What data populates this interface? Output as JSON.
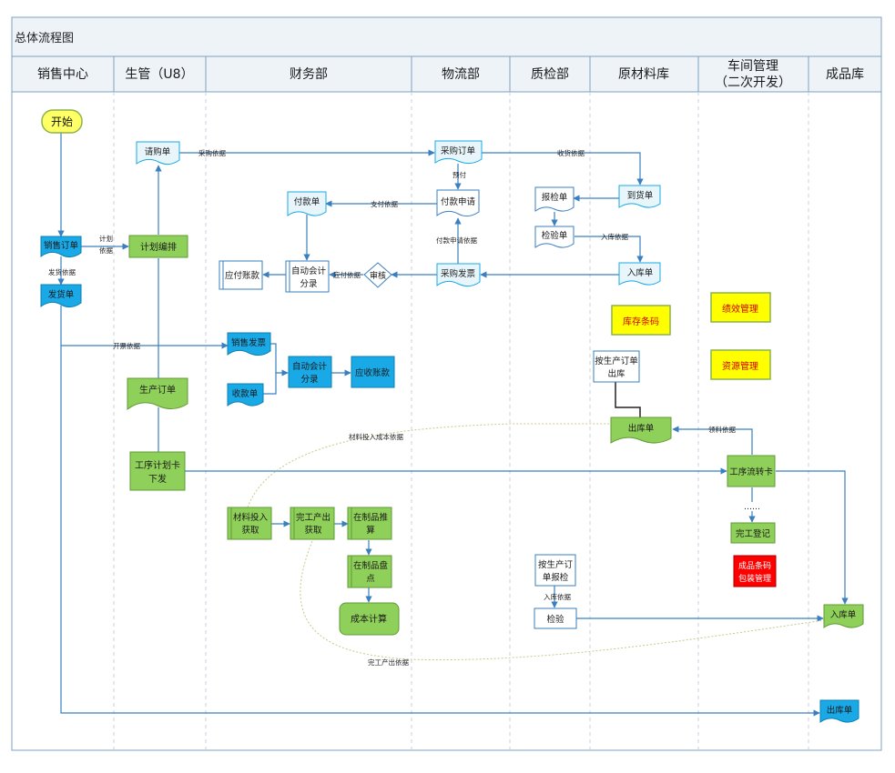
{
  "title": "总体流程图",
  "lanes": [
    "销售中心",
    "生管（U8）",
    "财务部",
    "物流部",
    "质检部",
    "原材料库",
    "车间管理",
    "成品库"
  ],
  "lane_sub": "（二次开发）",
  "nodes": {
    "start": "开始",
    "sales_order": "销售订单",
    "ship_notice": "发货单",
    "purchase_req": "请购单",
    "plan": "计划编排",
    "prod_order": "生产订单",
    "route_card_issue": [
      "工序计划卡",
      "下发"
    ],
    "payment_doc": "付款单",
    "payable": "应付账款",
    "auto_acct_1": [
      "自动会计",
      "分录"
    ],
    "audit": "审核",
    "sales_invoice": "销售发票",
    "receipt_doc": "收款单",
    "auto_acct_2": [
      "自动会计",
      "分录"
    ],
    "receivable": "应收账款",
    "mat_input": [
      "材料投入",
      "获取"
    ],
    "finish_output": [
      "完工产出",
      "获取"
    ],
    "wip_calc": [
      "在制品推",
      "算"
    ],
    "wip_count": [
      "在制品盘",
      "点"
    ],
    "cost_calc": "成本计算",
    "purchase_order": "采购订单",
    "payment_req": "付款申请",
    "purchase_invoice": "采购发票",
    "inspect_report": "报检单",
    "inspect_doc": "检验单",
    "prod_report": [
      "按生产订",
      "单报检"
    ],
    "check": "检验",
    "arrival": "到货单",
    "inbound_raw": "入库单",
    "stock_barcode": "库存条码",
    "issue_by_order": [
      "按生产订单",
      "出库"
    ],
    "outbound_raw": "出库单",
    "perf_mgmt": "绩效管理",
    "resource_mgmt": "资源管理",
    "route_card": "工序流转卡",
    "ellipsis": "……",
    "finish_reg": "完工登记",
    "fg_barcode": [
      "成品条码",
      "包装管理"
    ],
    "inbound_fg": "入库单",
    "outbound_fg": "出库单"
  },
  "edge_labels": {
    "purchase_basis": "采购依据",
    "plan_basis": [
      "计划",
      "依据"
    ],
    "ship_basis": "发货依据",
    "pay": "预付",
    "pay_basis": "支付依据",
    "arrival_basis": "收货依据",
    "pay_req_basis": "付款申请依据",
    "inbound_basis": "入库依据",
    "payable_basis": "应付依据",
    "invoice_basis": "开票依据",
    "material_cost_basis": "材料投入成本依据",
    "pick_basis": "领料依据",
    "inbound_basis_2": "入库依据",
    "finish_output_basis": "完工产出依据"
  },
  "colors": {
    "green": "#8fd05a",
    "blue": "#18a9e6",
    "yellow": "#ffff00",
    "red": "#ff0000",
    "start_fill": "#ffff66",
    "header_fill": "#eef3f8"
  }
}
